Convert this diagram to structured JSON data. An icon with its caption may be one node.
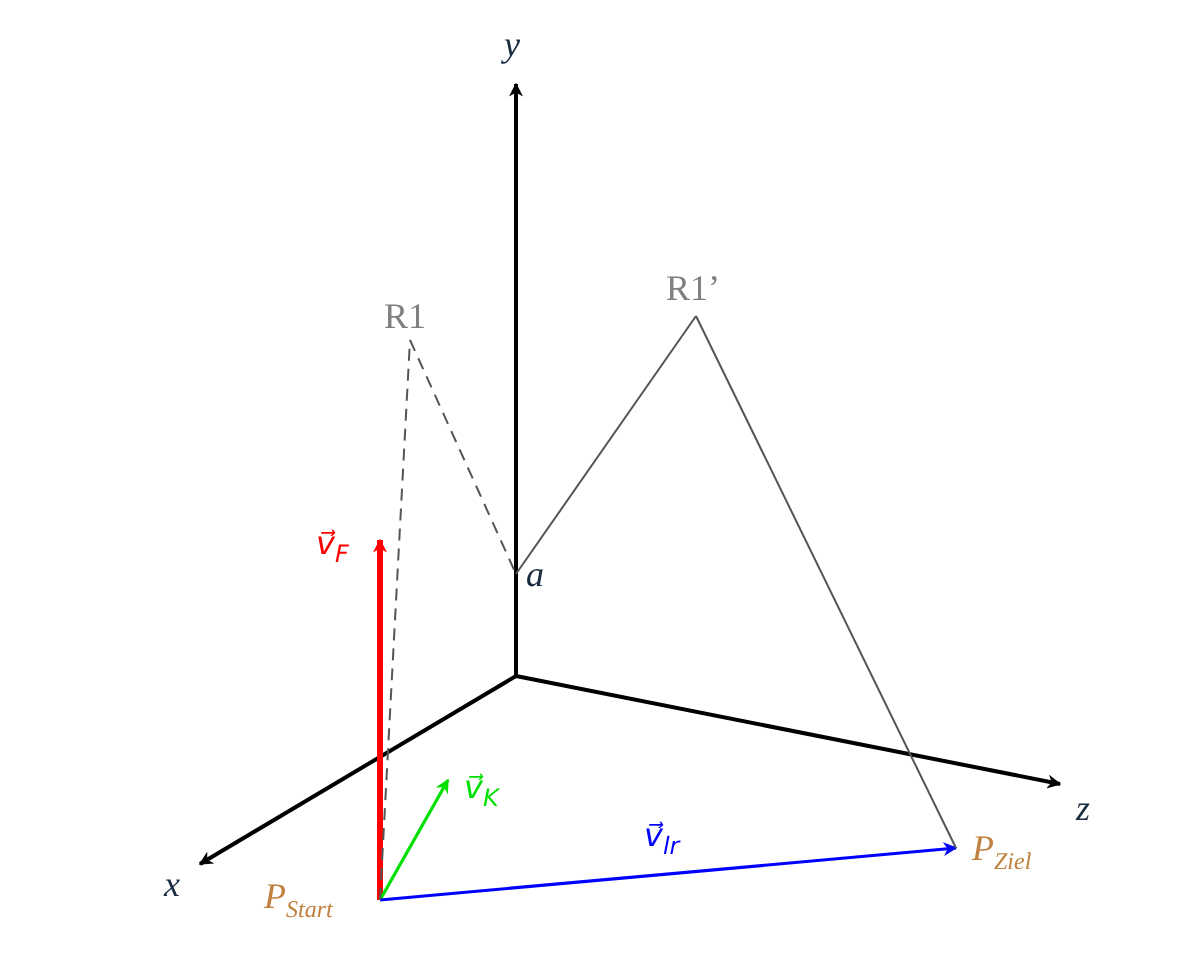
{
  "diagram": {
    "nodes": [
      {
        "text": [
          "P$_{Start}$"
        ]
      },
      {
        "text": [
          "P$_{Ziel}$"
        ]
      },
      {
        "text": [
          "R1"
        ]
      },
      {
        "text": [
          "R1’"
        ]
      },
      {
        "text": [
          "a"
        ]
      }
    ],
    "edges": [
      {
        "from": 0,
        "to": null,
        "arrow": "to",
        "label": "v⃗$_{F}$",
        "style": "thick",
        "color": "#ff0000"
      },
      {
        "from": 0,
        "to": null,
        "arrow": "to",
        "label": "v⃗$_{K}$",
        "color": "#00e000"
      },
      {
        "from": 0,
        "to": 1,
        "arrow": "to",
        "label": "v⃗$_{lr}$",
        "color": "#0000ff"
      },
      {
        "from": 0,
        "to": 2,
        "arrow": "none",
        "style": "dashed"
      },
      {
        "from": 2,
        "to": 4,
        "arrow": "none",
        "style": "dashed"
      },
      {
        "from": 4,
        "to": 3,
        "arrow": "none"
      },
      {
        "from": 3,
        "to": 1,
        "arrow": "none"
      }
    ],
    "labels": [
      "y",
      "z",
      "x"
    ]
  }
}
